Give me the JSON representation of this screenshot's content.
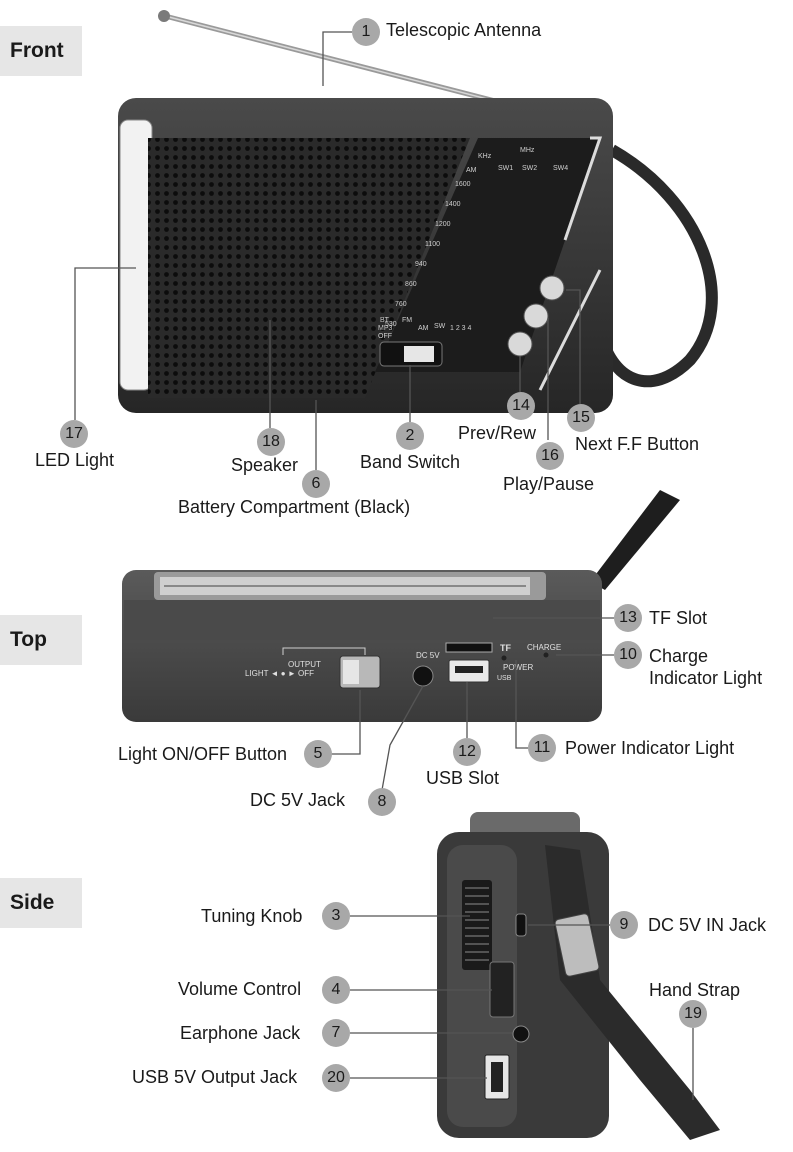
{
  "sections": {
    "front": "Front",
    "top": "Top",
    "side": "Side"
  },
  "front_labels": {
    "antenna": {
      "num": "1",
      "text": "Telescopic Antenna"
    },
    "band_switch": {
      "num": "2",
      "text": "Band Switch"
    },
    "battery": {
      "num": "6",
      "text": "Battery Compartment (Black)"
    },
    "prev": {
      "num": "14",
      "text": "Prev/Rew"
    },
    "next": {
      "num": "15",
      "text": "Next F.F Button"
    },
    "play": {
      "num": "16",
      "text": "Play/Pause"
    },
    "led": {
      "num": "17",
      "text": "LED Light"
    },
    "speaker": {
      "num": "18",
      "text": "Speaker"
    }
  },
  "top_labels": {
    "light_btn": {
      "num": "5",
      "text": "Light ON/OFF Button"
    },
    "dc_jack": {
      "num": "8",
      "text": "DC 5V Jack"
    },
    "charge": {
      "num": "10",
      "text": "Charge",
      "text2": "Indicator Light"
    },
    "power": {
      "num": "11",
      "text": "Power Indicator Light"
    },
    "usb": {
      "num": "12",
      "text": "USB Slot"
    },
    "tf": {
      "num": "13",
      "text": "TF Slot"
    }
  },
  "side_labels": {
    "tuning": {
      "num": "3",
      "text": "Tuning Knob"
    },
    "volume": {
      "num": "4",
      "text": "Volume Control"
    },
    "earphone": {
      "num": "7",
      "text": "Earphone Jack"
    },
    "dc_in": {
      "num": "9",
      "text": "DC 5V IN Jack"
    },
    "strap": {
      "num": "19",
      "text": "Hand Strap"
    },
    "usb_out": {
      "num": "20",
      "text": "USB 5V Output Jack"
    }
  },
  "dial": {
    "units": [
      "KHz",
      "MHz"
    ],
    "bands": [
      "AM",
      "SW1",
      "SW2",
      "SW4"
    ],
    "am_ticks": [
      "1600",
      "1400",
      "1200",
      "1100",
      "940",
      "860",
      "760",
      "530"
    ],
    "modes": [
      "BT",
      "FM",
      "MP3",
      "OFF",
      "AM",
      "SW",
      "1 2 3 4"
    ]
  },
  "top_panel": {
    "output": "OUTPUT",
    "light_off": "LIGHT ◄ ● ► OFF",
    "dc5v": "DC 5V",
    "tf": "TF",
    "charge": "CHARGE",
    "power": "POWER",
    "usb": "USB"
  },
  "colors": {
    "body": "#3a3a3a",
    "badge": "#a8a8a8",
    "tab": "#e6e6e6"
  }
}
